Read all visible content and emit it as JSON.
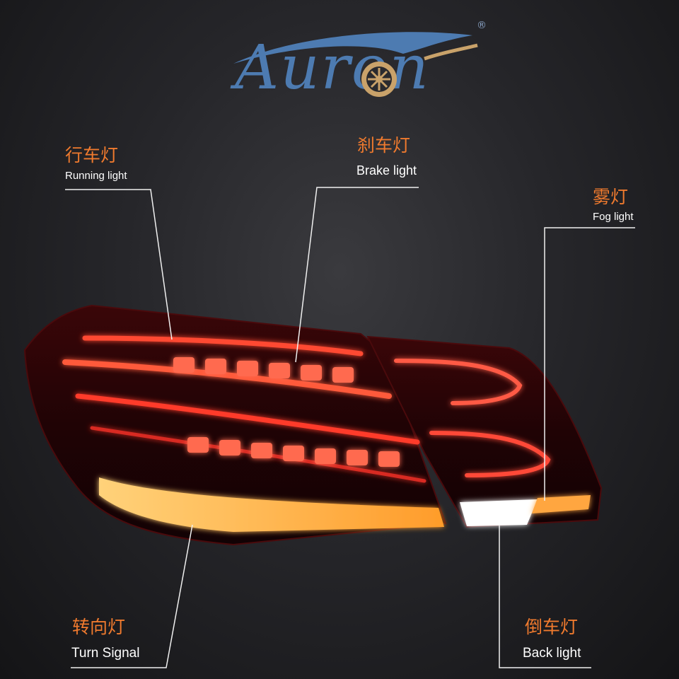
{
  "brand": {
    "name": "Auron",
    "registered_mark": "®"
  },
  "callouts": {
    "running": {
      "cn": "行车灯",
      "en": "Running light"
    },
    "brake": {
      "cn": "刹车灯",
      "en": "Brake light"
    },
    "fog": {
      "cn": "雾灯",
      "en": "Fog light"
    },
    "turn": {
      "cn": "转向灯",
      "en": "Turn Signal"
    },
    "back": {
      "cn": "倒车灯",
      "en": "Back light"
    }
  },
  "colors": {
    "logo": "#4d7bb1",
    "logo_accent": "#c9a26a",
    "label_cn": "#ef7a2e",
    "label_en": "#ffffff",
    "red_led": "#ff3a2a",
    "amber_led": "#ffb347",
    "white_led": "#ffffff"
  }
}
